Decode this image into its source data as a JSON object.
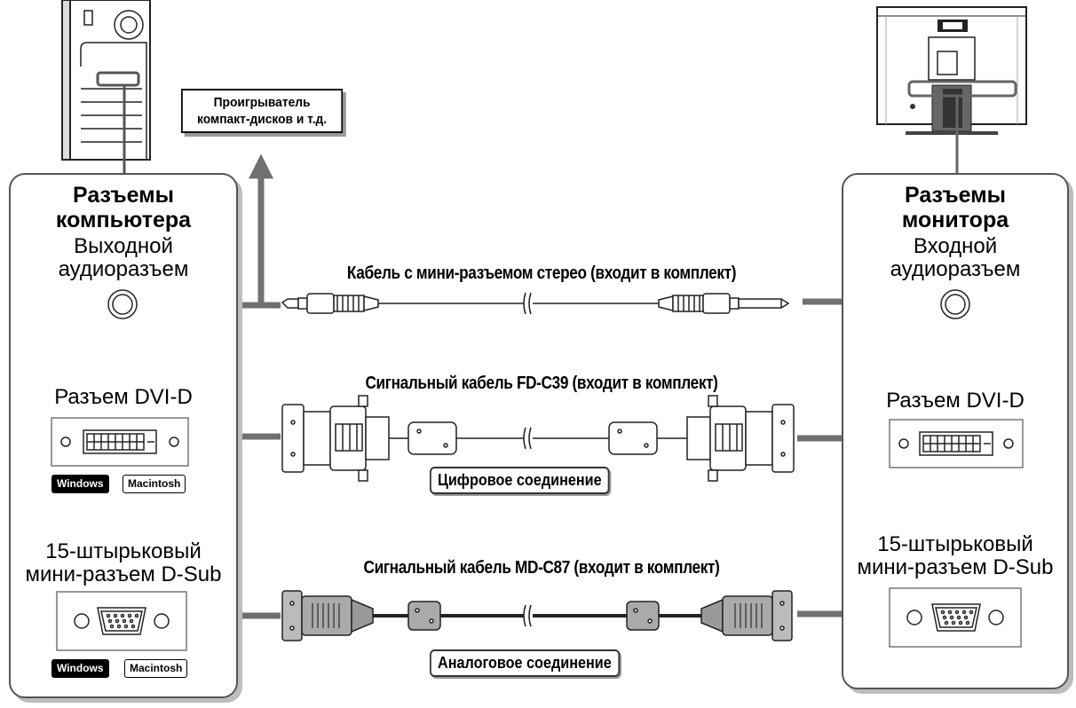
{
  "computer_panel": {
    "title_line1": "Разъемы",
    "title_line2": "компьютера",
    "audio_label_line1": "Выходной",
    "audio_label_line2": "аудиоразъем",
    "dvi_label": "Разъем DVI-D",
    "dsub_label_line1": "15-штырьковый",
    "dsub_label_line2": "мини-разъем D-Sub",
    "os_windows": "Windows",
    "os_macintosh": "Macintosh"
  },
  "monitor_panel": {
    "title_line1": "Разъемы",
    "title_line2": "монитора",
    "audio_label_line1": "Входной",
    "audio_label_line2": "аудиоразъем",
    "dvi_label": "Разъем DVI-D",
    "dsub_label_line1": "15-штырьковый",
    "dsub_label_line2": "мини-разъем D-Sub"
  },
  "cd_player": {
    "line1": "Проигрыватель",
    "line2": "компакт-дисков и т.д."
  },
  "cables": {
    "audio_title": "Кабель с мини-разъемом стерео (входит в комплект)",
    "dvi_title": "Сигнальный кабель FD-C39 (входит в комплект)",
    "dvi_connection": "Цифровое соединение",
    "dsub_title": "Сигнальный кабель MD-C87 (входит в комплект)",
    "dsub_connection": "Аналоговое соединение"
  },
  "colors": {
    "arrow": "#707070",
    "panel_border": "#555555",
    "shadow": "#bdbdbd"
  }
}
